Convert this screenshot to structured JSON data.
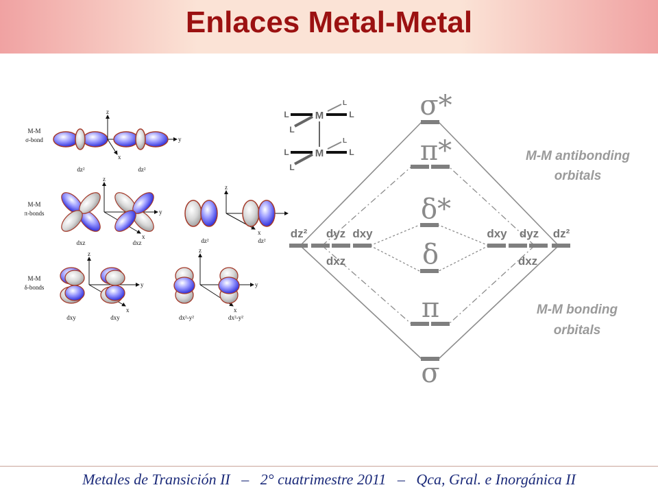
{
  "title": "Enlaces Metal-Metal",
  "left_panel": {
    "sigma": {
      "label_line1": "M-M",
      "label_line2": "σ-bond",
      "orb1": "dz²",
      "orb2": "dz²"
    },
    "pi": {
      "label_line1": "M-M",
      "label_line2": "π-bonds",
      "orb1": "dxz",
      "orb2": "dxz",
      "orb3": "dz²",
      "orb4": "dz²"
    },
    "delta": {
      "label_line1": "M-M",
      "label_line2": "δ-bonds",
      "orb1": "dxy",
      "orb2": "dxy",
      "orb3": "dx²-y²",
      "orb4": "dx²-y²"
    },
    "axes": {
      "x": "x",
      "y": "y",
      "z": "z"
    }
  },
  "complex": {
    "metal": "M",
    "ligand": "L"
  },
  "mo_diagram": {
    "levels": {
      "sigma_star": "σ*",
      "pi_star": "π*",
      "delta_star": "δ*",
      "delta": "δ",
      "pi": "π",
      "sigma": "σ"
    },
    "atomic_left": {
      "dz2": "dz²",
      "dyz": "dyz",
      "dxz": "dxz",
      "dxy": "dxy"
    },
    "atomic_right": {
      "dxy": "dxy",
      "dyz": "dyz",
      "dxz": "dxz",
      "dz2": "dz²"
    },
    "antibonding_line1": "M-M antibonding",
    "antibonding_line2": "orbitals",
    "bonding_line1": "M-M bonding",
    "bonding_line2": "orbitals"
  },
  "footer": {
    "part1": "Metales de Transición II",
    "sep1": "–",
    "part2": "2° cuatrimestre 2011",
    "sep2": "–",
    "part3": "Qca, Gral. e Inorgánica II"
  }
}
